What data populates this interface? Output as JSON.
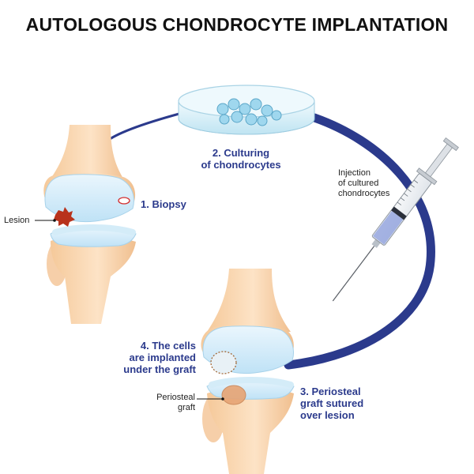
{
  "title": "AUTOLOGOUS CHONDROCYTE IMPLANTATION",
  "steps": {
    "biopsy": "1. Biopsy",
    "culturing_line1": "2. Culturing",
    "culturing_line2": "of chondrocytes",
    "periosteal_line1": "3. Periosteal",
    "periosteal_line2": "graft sutured",
    "periosteal_line3": "over lesion",
    "implanted_line1": "4. The cells",
    "implanted_line2": "are implanted",
    "implanted_line3": "under the graft"
  },
  "notes": {
    "lesion": "Lesion",
    "injection_line1": "Injection",
    "injection_line2": "of cultured",
    "injection_line3": "chondrocytes",
    "periosteal_graft_line1": "Periosteal",
    "periosteal_graft_line2": "graft"
  },
  "colors": {
    "cycle_arrow": "#2b3a8c",
    "step_text": "#2b3a8c",
    "bone": "#f3c9a0",
    "cartilage": "#cfe9f8",
    "lesion": "#b8321c"
  }
}
